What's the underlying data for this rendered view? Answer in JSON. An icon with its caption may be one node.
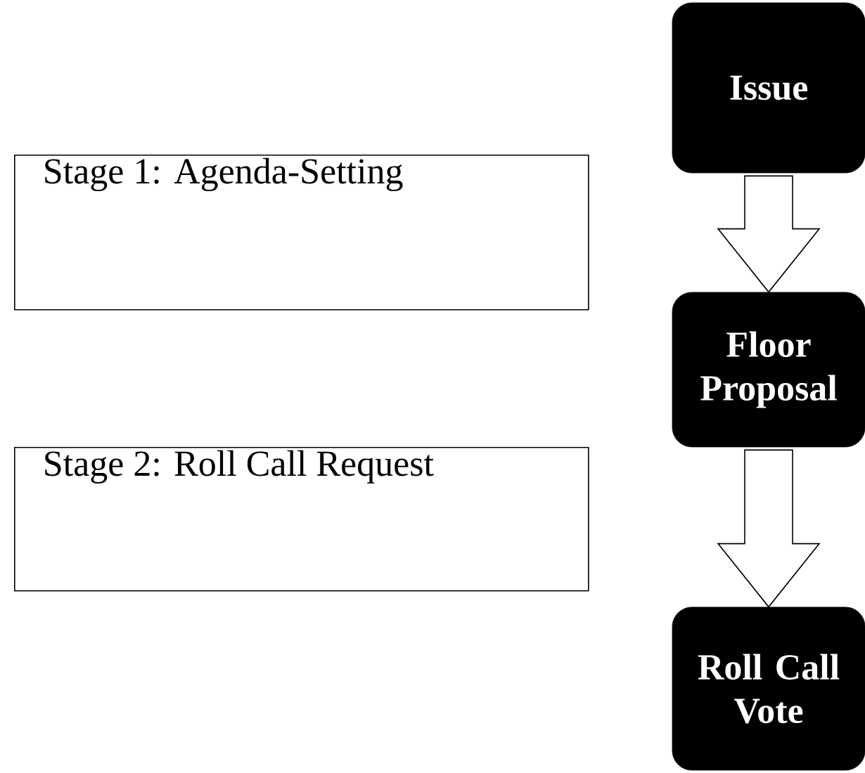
{
  "diagram": {
    "nodes": [
      {
        "text": [
          "Issue"
        ]
      },
      {
        "text": [
          "Stage 1: Agenda-Setting"
        ]
      },
      {
        "text": [
          "Floor Proposal"
        ]
      },
      {
        "text": [
          "Stage 2: Roll Call Request"
        ]
      },
      {
        "text": [
          "Roll Call Vote"
        ]
      }
    ],
    "edges": [
      {
        "from": 0,
        "to": 2,
        "arrow": "to"
      },
      {
        "from": 2,
        "to": 4,
        "arrow": "to"
      }
    ]
  }
}
